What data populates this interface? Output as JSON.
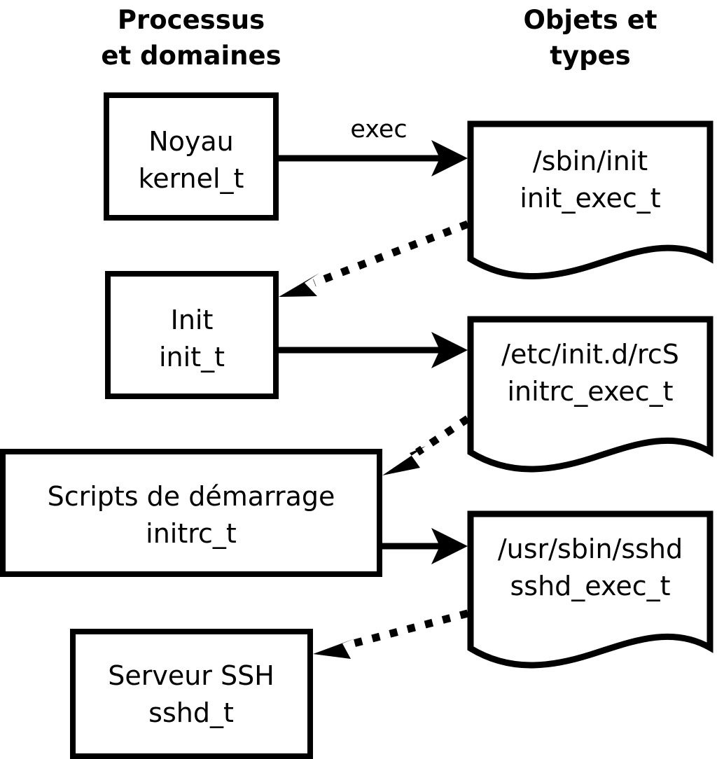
{
  "diagram": {
    "title_columns": {
      "left": "Processus\net domaines",
      "left_line1": "Processus",
      "left_line2": "et domaines",
      "right_line1": "Objets et",
      "right_line2": "types"
    },
    "colors": {
      "stroke": "#000000",
      "fill": "#ffffff",
      "background": "#ffffff"
    },
    "processes": [
      {
        "id": "kernel",
        "line1": "Noyau",
        "line2": "kernel_t"
      },
      {
        "id": "init",
        "line1": "Init",
        "line2": "init_t"
      },
      {
        "id": "initrc",
        "line1": "Scripts de démarrage",
        "line2": "initrc_t"
      },
      {
        "id": "sshd",
        "line1": "Serveur SSH",
        "line2": "sshd_t"
      }
    ],
    "objects": [
      {
        "id": "init_exec",
        "line1": "/sbin/init",
        "line2": "init_exec_t"
      },
      {
        "id": "initrc_exec",
        "line1": "/etc/init.d/rcS",
        "line2": "initrc_exec_t"
      },
      {
        "id": "sshd_exec",
        "line1": "/usr/sbin/sshd",
        "line2": "sshd_exec_t"
      }
    ],
    "edges": [
      {
        "id": "kernel-exec-init_exec",
        "from": "kernel",
        "to": "init_exec",
        "label": "exec",
        "style": "solid"
      },
      {
        "id": "init_exec-transition-init",
        "from": "init_exec",
        "to": "init",
        "label": "",
        "style": "dotted"
      },
      {
        "id": "init-exec-initrc_exec",
        "from": "init",
        "to": "initrc_exec",
        "label": "",
        "style": "solid"
      },
      {
        "id": "initrc_exec-transition-initrc",
        "from": "initrc_exec",
        "to": "initrc",
        "label": "",
        "style": "dotted"
      },
      {
        "id": "initrc-exec-sshd_exec",
        "from": "initrc",
        "to": "sshd_exec",
        "label": "",
        "style": "solid"
      },
      {
        "id": "sshd_exec-transition-sshd",
        "from": "sshd_exec",
        "to": "sshd",
        "label": "",
        "style": "dotted"
      }
    ]
  }
}
